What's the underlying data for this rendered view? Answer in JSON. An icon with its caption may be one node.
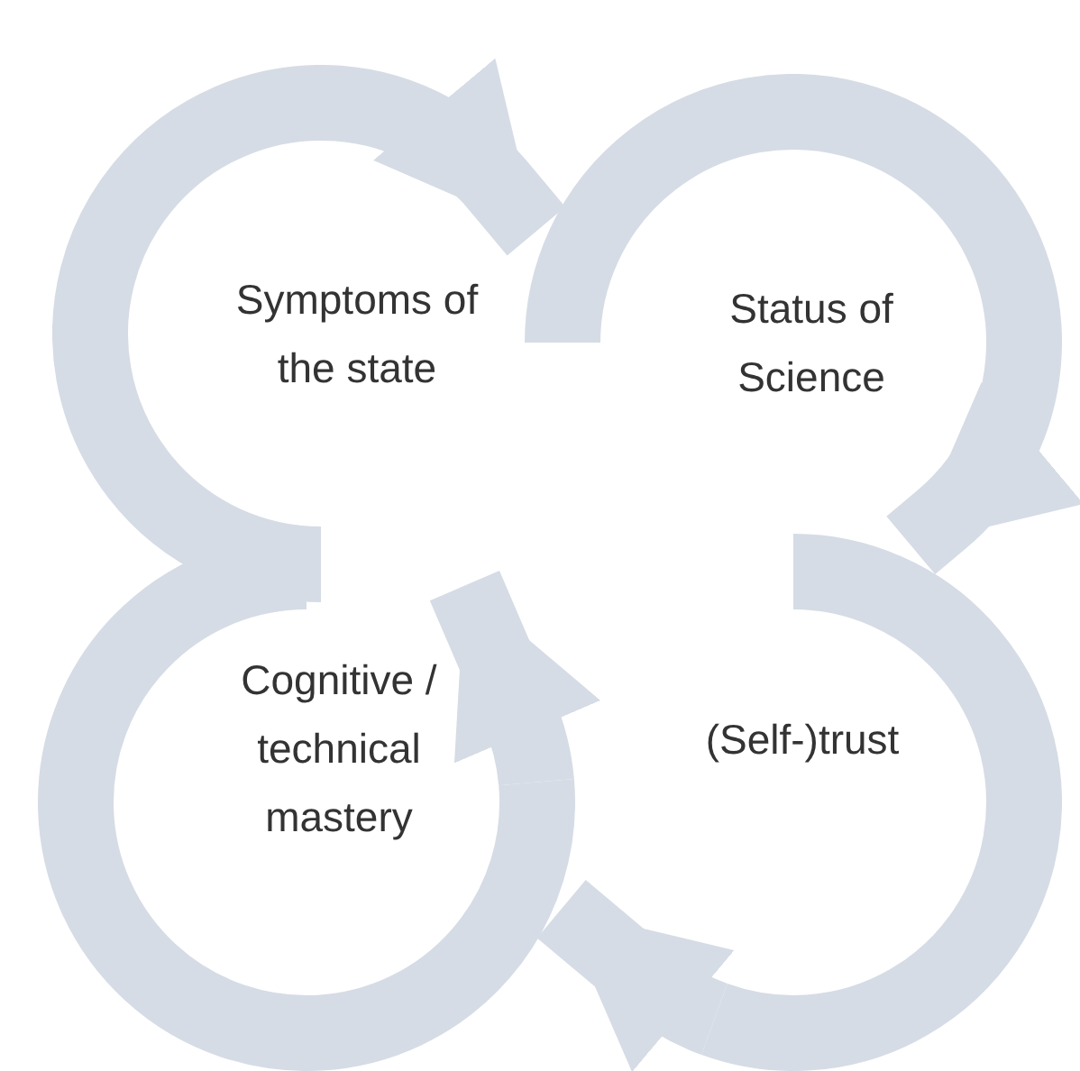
{
  "diagram": {
    "nodes": [
      {
        "text": [
          "Symptoms of the state"
        ]
      },
      {
        "text": [
          "Status of Science"
        ]
      },
      {
        "text": [
          "Cognitive / technical mastery"
        ]
      },
      {
        "text": [
          "(Self-)trust"
        ]
      }
    ],
    "edges": [
      {
        "from": 0,
        "to": 1,
        "arrow": "to"
      },
      {
        "from": 1,
        "to": 3,
        "arrow": "to"
      },
      {
        "from": 3,
        "to": 2,
        "arrow": "to"
      },
      {
        "from": 2,
        "to": 0,
        "arrow": "to"
      }
    ]
  }
}
